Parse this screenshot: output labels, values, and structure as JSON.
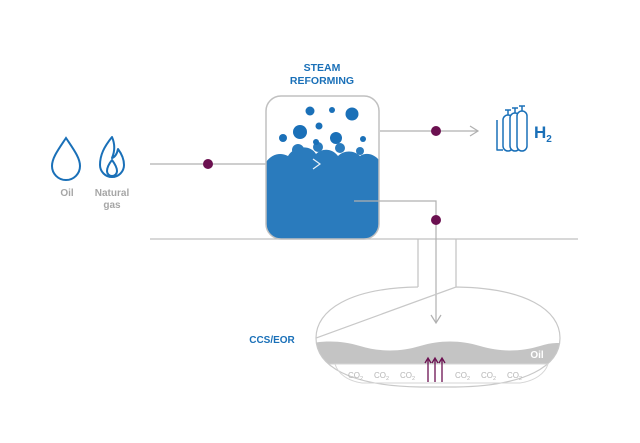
{
  "process": {
    "title_line1": "STEAM",
    "title_line2": "REFORMING"
  },
  "inputs": {
    "oil_label": "Oil",
    "gas_label_line1": "Natural",
    "gas_label_line2": "gas"
  },
  "output": {
    "h2_label": "H",
    "h2_subscript": "2"
  },
  "storage": {
    "ccs_label": "CCS/EOR",
    "oil_layer_label": "Oil",
    "co2_labels": [
      "CO",
      "CO",
      "CO",
      "CO",
      "CO",
      "CO"
    ],
    "co2_subscript": "2"
  },
  "colors": {
    "brand_blue": "#1a70b8",
    "water_blue": "#2a7bbd",
    "marker_purple": "#6b1050",
    "line_grey": "#b0b0b0",
    "oil_grey": "#c4c4c4"
  },
  "icons": [
    "oil-drop-icon",
    "natural-gas-flame-icon",
    "hydrogen-cylinders-icon"
  ]
}
